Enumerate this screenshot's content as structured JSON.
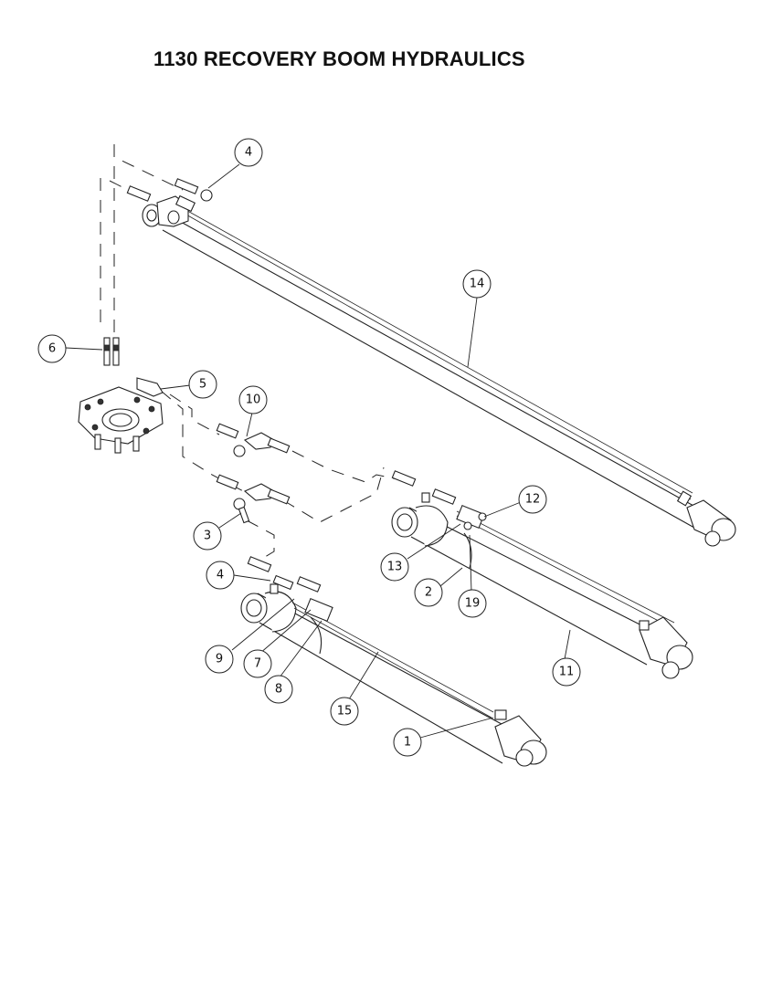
{
  "title": "1130 RECOVERY BOOM HYDRAULICS",
  "callouts": {
    "c4_top": "4",
    "c14": "14",
    "c6": "6",
    "c5": "5",
    "c10": "10",
    "c12": "12",
    "c3": "3",
    "c13": "13",
    "c4_mid": "4",
    "c2": "2",
    "c19": "19",
    "c9": "9",
    "c7": "7",
    "c8": "8",
    "c11": "11",
    "c15": "15",
    "c1": "1"
  }
}
